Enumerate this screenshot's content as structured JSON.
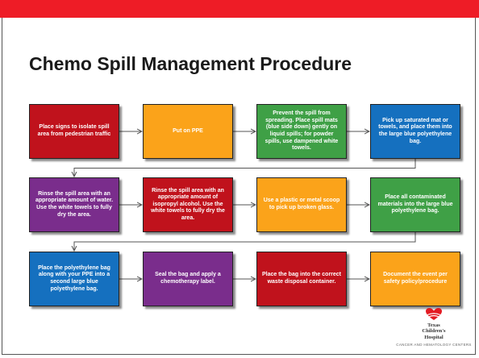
{
  "slide": {
    "title": "Chemo Spill Management Procedure",
    "steps": [
      {
        "text": "Place signs to isolate spill area from pedestrian traffic",
        "color": "#c0121c"
      },
      {
        "text": "Put on PPE",
        "color": "#fba31a"
      },
      {
        "text": "Prevent the spill from spreading. Place spill mats (blue side down) gently on liquid spills; for powder spills, use dampened white towels.",
        "color": "#3fa046"
      },
      {
        "text": "Pick up saturated mat or towels, and place them into the large blue polyethylene bag.",
        "color": "#1570bf"
      },
      {
        "text": "Rinse the spill area with an appropriate amount of water. Use the white towels to fully dry the area.",
        "color": "#7a2d8c"
      },
      {
        "text": "Rinse the spill area with an appropriate amount of isopropyl alcohol. Use the white towels to fully dry the area.",
        "color": "#c0121c"
      },
      {
        "text": "Use a plastic or metal scoop to pick up broken glass.",
        "color": "#fba31a"
      },
      {
        "text": "Place all contaminated materials into the large blue polyethylene bag.",
        "color": "#3fa046"
      },
      {
        "text": "Place the polyethylene bag along with your PPE into a second large blue polyethylene bag.",
        "color": "#1570bf"
      },
      {
        "text": "Seal the bag and apply a chemotherapy label.",
        "color": "#7a2d8c"
      },
      {
        "text": "Place the bag into the correct waste disposal container.",
        "color": "#c0121c"
      },
      {
        "text": "Document the event per safety policy/procedure",
        "color": "#fba31a"
      }
    ],
    "logo": {
      "name": "Texas Children's Hospital",
      "subtitle": "CANCER AND HEMATOLOGY CENTERS",
      "icon": "heart-logo-icon"
    },
    "colors": {
      "top_bar": "#ee1c26",
      "title": "#1a1a1a",
      "connector": "#555555"
    }
  }
}
